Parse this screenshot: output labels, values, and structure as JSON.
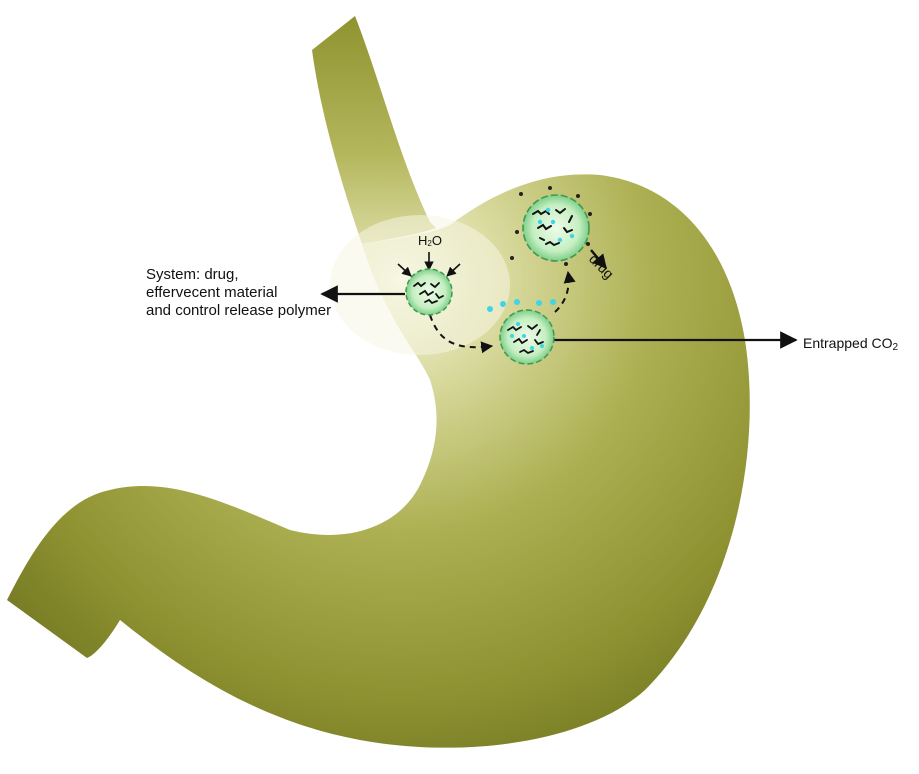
{
  "labels": {
    "system_line1": "System: drug,",
    "system_line2": "effervecent material",
    "system_line3": "and control release polymer",
    "entrapped_prefix": "Entrapped CO",
    "entrapped_sub": "2",
    "water_prefix": "H",
    "water_sub": "2",
    "water_suffix": "O",
    "drug": "drug"
  },
  "colors": {
    "stomach_dark": "#6b6f1e",
    "stomach_mid": "#a5a94a",
    "stomach_light": "#f4f4dc",
    "bubble_fill": "#c9efc3",
    "bubble_edge": "#3e9a4e",
    "co2_dots": "#3fd4e6",
    "polymer": "#111111"
  }
}
